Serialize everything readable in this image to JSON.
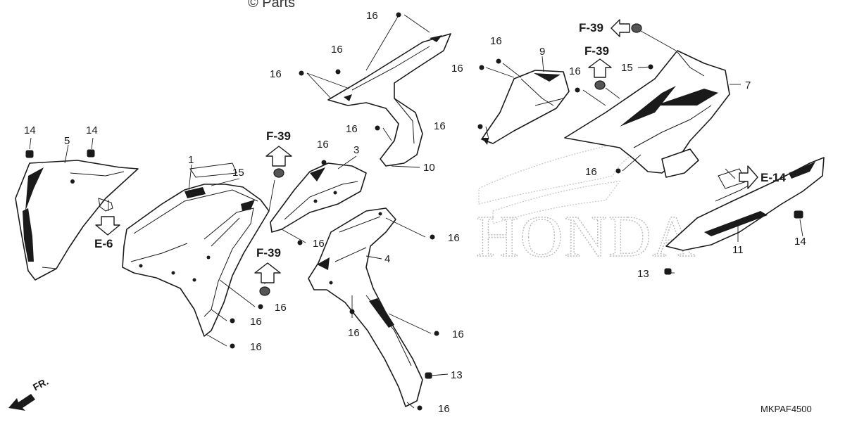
{
  "watermark": {
    "copyright": "© Parts",
    "logo_text": "HONDA"
  },
  "diagram_code": "MKPAF4500",
  "direction_label": "FR.",
  "parts": [
    {
      "id": "1"
    },
    {
      "id": "3"
    },
    {
      "id": "4"
    },
    {
      "id": "5"
    },
    {
      "id": "7"
    },
    {
      "id": "9"
    },
    {
      "id": "10"
    },
    {
      "id": "11"
    }
  ],
  "callouts": {
    "p1": "1",
    "p3": "3",
    "p4": "4",
    "p5": "5",
    "p7": "7",
    "p9": "9",
    "p10": "10",
    "p11": "11",
    "c13": "13",
    "c14": "14",
    "c15": "15",
    "c16": "16"
  },
  "references": {
    "e6": "E-6",
    "e14": "E-14",
    "f39": "F-39"
  },
  "colors": {
    "line": "#1a1a1a",
    "watermark": "#b9b9b9",
    "background": "#ffffff"
  }
}
